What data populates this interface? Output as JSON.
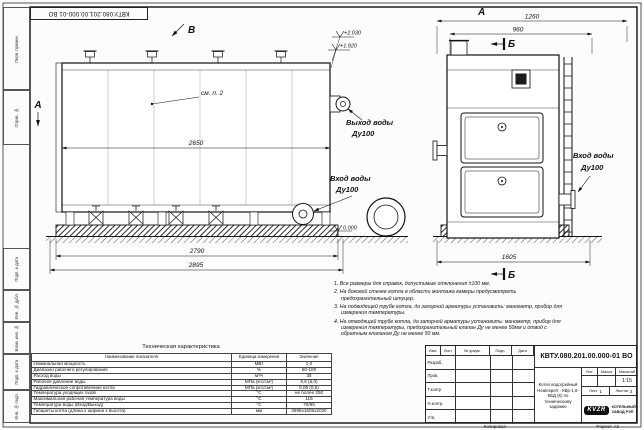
{
  "doc": {
    "number": "КВТУ.080.201.00.000-01 ВО",
    "format": "Формат А3",
    "kopiroval": "Копировал"
  },
  "frame": {
    "left_labels": [
      "Перв. примен.",
      "Справ. №",
      "Подп. и дата",
      "Инв. № дубл.",
      "Взам. инв. №",
      "Подп. и дата",
      "Инв. № подл."
    ]
  },
  "views": {
    "a_left": "А",
    "b_top": "В",
    "a_right": "А",
    "sec_b_top": "Б",
    "sec_b_bottom": "Б",
    "see_note": "см. п. 2"
  },
  "dims": {
    "d2650": "2650",
    "d2790": "2790",
    "d2895": "2895",
    "d1260": "1260",
    "d960": "960",
    "d1605": "1605",
    "elev_top": "+2.030",
    "elev_mid": "+1.920",
    "elev_zero": "0.000"
  },
  "callouts": {
    "outlet_title": "Выход воды",
    "outlet_dn": "Ду100",
    "inlet_title": "Вход воды",
    "inlet_dn": "Ду100",
    "inlet2_title": "Вход воды",
    "inlet2_dn": "Ду100"
  },
  "notes": [
    "1. Все размеры для справок, допустимые отклонения ±100 мм.",
    "2. На боковой стенке котла в области монтажа камеры предусмотреть предохранительный штуцер.",
    "3. На подводящей трубе котла, до запорной арматуры установить: манометр, прибор для измерения температуры.",
    "4. На отводящей трубе котла, до запорной арматуры установить: манометр, прибор для измерения температуры, предохранительный клапан Ду не менее 50мм и отвод с обратным клапаном Ду не менее 50 мм."
  ],
  "tech_table": {
    "title": "Техническая характеристика",
    "headers": [
      "Наименование показателя",
      "Единица измерения",
      "Значение"
    ],
    "rows": [
      [
        "Номинальная мощность",
        "МВт",
        "1,0"
      ],
      [
        "Диапазон рабочего регулирования",
        "%",
        "50-100"
      ],
      [
        "Расход воды",
        "м³/ч",
        "35"
      ],
      [
        "Рабочее давление воды",
        "МПа (кгс/см²)",
        "0,6 (6,0)"
      ],
      [
        "Гидравлическое сопротивление котла",
        "МПа (кгс/см²)",
        "0,06 (0,6)"
      ],
      [
        "Температура уходящих газов",
        "°С",
        "не более 250"
      ],
      [
        "Максимальная рабочая температура воды",
        "°С",
        "115"
      ],
      [
        "Температура воды (Вход/Выход)",
        "°С",
        "70/95"
      ],
      [
        "Габариты котла (длина х ширина х высота)",
        "мм",
        "2895х1605х2030"
      ]
    ]
  },
  "title_block": {
    "header_cells": [
      "Изм.",
      "Лист",
      "№ докум.",
      "Подп.",
      "Дата"
    ],
    "row_labels": [
      "Разраб.",
      "Пров.",
      "Т.контр.",
      "Н.контр.",
      "Утв."
    ],
    "doc_number": "КВТУ.080.201.00.000-01 ВО",
    "product_name": "Котел водогрейный Heatexpert - КВр-1,0-КБД (К) по техническому заданию",
    "lit_label": "Лит.",
    "mass_label": "Масса",
    "scale_label": "Масштаб",
    "scale_value": "1:15",
    "sheet_label": "Лист",
    "sheet_value": "1",
    "sheets_label": "Листов",
    "sheets_value": "2",
    "company_logo": "KVZR",
    "company_line1": "КОТЕЛЬНЫЙ",
    "company_line2": "ЗАВОД РЭП"
  }
}
